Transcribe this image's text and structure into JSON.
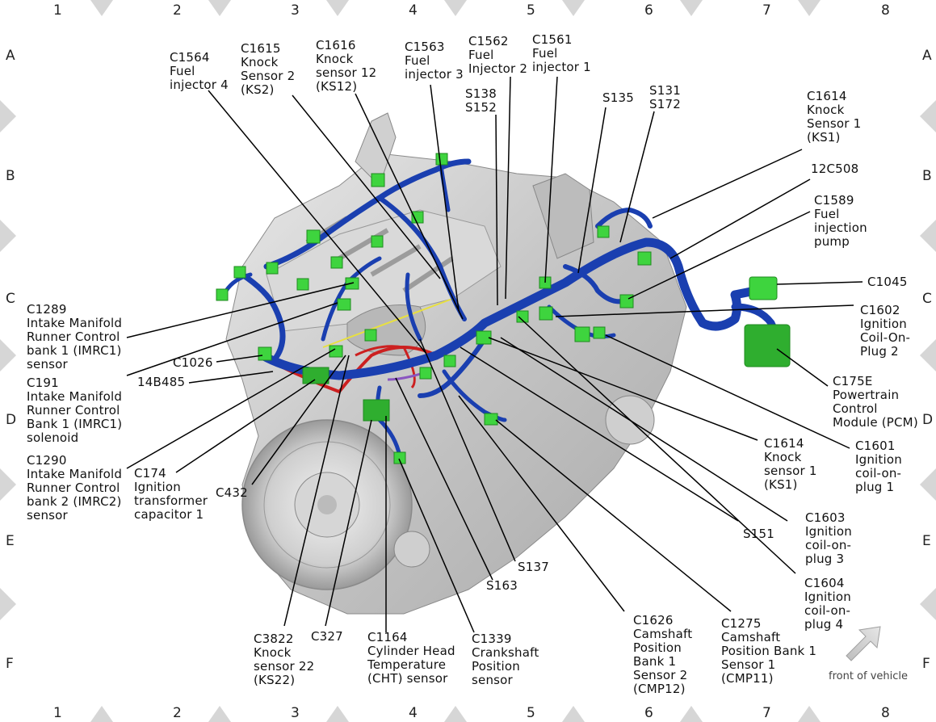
{
  "grid": {
    "columns": [
      "1",
      "2",
      "3",
      "4",
      "5",
      "6",
      "7",
      "8"
    ],
    "rows": [
      "A",
      "B",
      "C",
      "D",
      "E",
      "F"
    ]
  },
  "labels": {
    "c1564": "C1564\nFuel\ninjector 4",
    "c1615": "C1615\nKnock\nSensor 2\n(KS2)",
    "c1616": "C1616\nKnock\nsensor 12\n(KS12)",
    "c1563": "C1563\nFuel\ninjector 3",
    "c1562": "C1562\nFuel\nInjector 2",
    "c1561": "C1561\nFuel\ninjector 1",
    "s138": "S138\nS152",
    "s135": "S135",
    "s131": "S131\nS172",
    "c1614_top": "C1614\nKnock\nSensor 1\n(KS1)",
    "12c508": "12C508",
    "c1589": "C1589\nFuel\ninjection\npump",
    "c1045": "C1045",
    "c1602": "C1602\nIgnition\nCoil-On-\nPlug 2",
    "c175e": "C175E\nPowertrain\nControl\nModule (PCM)",
    "c1601": "C1601\nIgnition\ncoil-on-\nplug 1",
    "c1614_bot": "C1614\nKnock\nsensor 1\n(KS1)",
    "s151": "S151",
    "c1603": "C1603\nIgnition\ncoil-on-\nplug 3",
    "c1604": "C1604\nIgnition\ncoil-on-\nplug 4",
    "c1275": "C1275\nCamshaft\nPosition Bank 1\nSensor 1\n(CMP11)",
    "c1626": "C1626\nCamshaft\nPosition\nBank 1\nSensor 2\n(CMP12)",
    "s137": "S137",
    "s163": "S163",
    "c1339": "C1339\nCrankshaft\nPosition\nsensor",
    "c1164": "C1164\nCylinder Head\nTemperature\n(CHT) sensor",
    "c327": "C327",
    "c3822": "C3822\nKnock\nsensor 22\n(KS22)",
    "c432": "C432",
    "c174": "C174\nIgnition\ntransformer\ncapacitor 1",
    "c1290": "C1290\nIntake Manifold\nRunner Control\nbank 2 (IMRC2)\nsensor",
    "c191": "C191\nIntake Manifold\nRunner Control\nBank 1 (IMRC1)\nsolenoid",
    "14b485": "14B485",
    "c1026": "C1026",
    "c1289": "C1289\nIntake Manifold\nRunner Control\nbank 1 (IMRC1)\nsensor"
  },
  "front_note": "front of vehicle",
  "colors": {
    "harness": "#1a3fb0",
    "connector": "#3ed43e",
    "engine": "#c9c9c9",
    "diamond": "#d6d6d6"
  }
}
